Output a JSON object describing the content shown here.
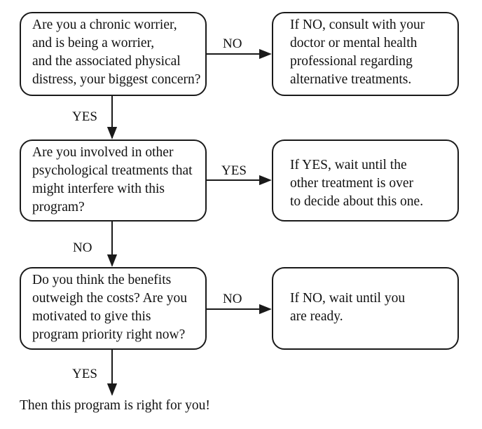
{
  "questions": [
    {
      "lines": [
        "Are you a chronic worrier,",
        "and is being a worrier,",
        "and the associated physical",
        "distress, your biggest concern?"
      ]
    },
    {
      "lines": [
        "Are you involved in other",
        "psychological treatments that",
        "might interfere with this",
        "program?"
      ]
    },
    {
      "lines": [
        "Do you think the benefits",
        "outweigh the costs? Are you",
        "motivated to give this",
        "program priority right now?"
      ]
    }
  ],
  "outcomes": [
    {
      "lines": [
        "If NO, consult with your",
        "doctor or mental health",
        "professional regarding",
        "alternative treatments."
      ]
    },
    {
      "lines": [
        "If YES, wait until the",
        "other treatment is over",
        "to decide about this one."
      ]
    },
    {
      "lines": [
        "If NO, wait until you",
        "are ready."
      ]
    }
  ],
  "branch_labels": {
    "q1_side": "NO",
    "q1_down": "YES",
    "q2_side": "YES",
    "q2_down": "NO",
    "q3_side": "NO",
    "q3_down": "YES"
  },
  "final_text": "Then this program is right for you!"
}
